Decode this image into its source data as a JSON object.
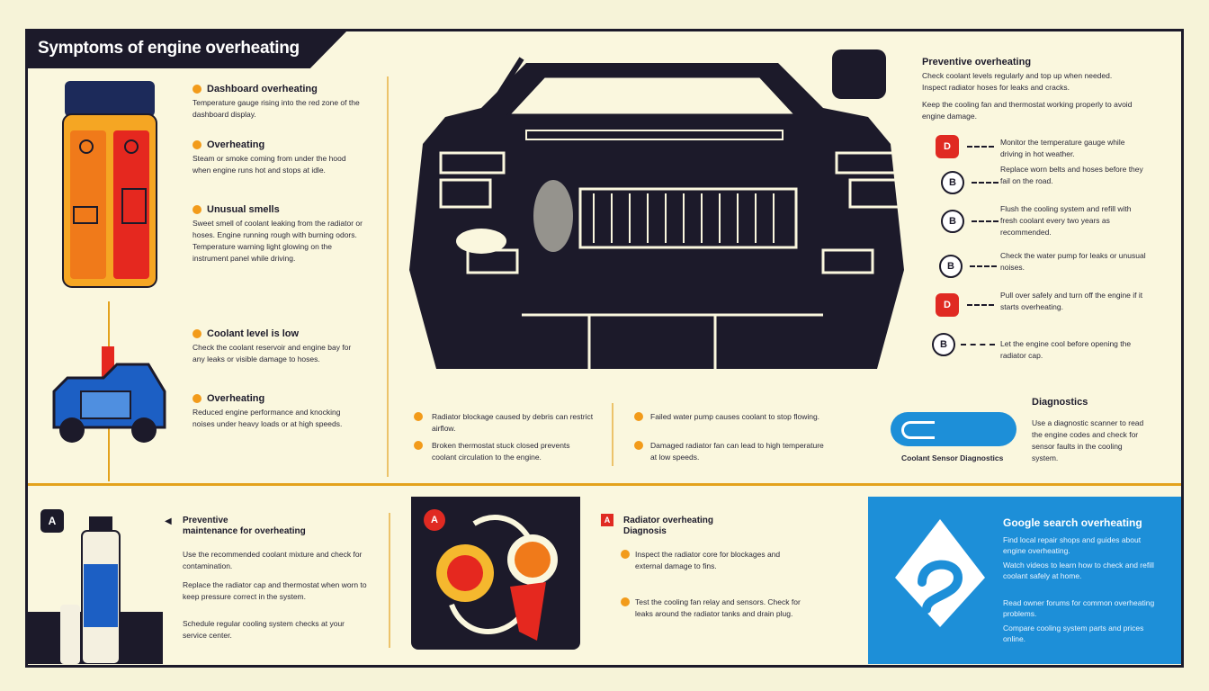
{
  "header": {
    "title": "Symptoms of engine overheating"
  },
  "left_column": {
    "items": [
      {
        "heading": "Dashboard overheating",
        "text": "Temperature gauge rising into the red zone of the dashboard display."
      },
      {
        "heading": "Overheating",
        "text": "Steam or smoke coming from under the hood when engine runs hot and stops at idle."
      },
      {
        "heading": "Unusual smells",
        "text": "Sweet smell of coolant leaking from the radiator or hoses. Engine running rough with burning odors. Temperature warning light glowing on the instrument panel while driving."
      },
      {
        "heading": "Coolant level is low",
        "text": "Check the coolant reservoir and engine bay for any leaks or visible damage to hoses."
      },
      {
        "heading": "Overheating",
        "text": "Reduced engine performance and knocking noises under heavy loads or at high speeds."
      }
    ]
  },
  "right_column": {
    "heading": "Preventive overheating",
    "intro": [
      "Check coolant levels regularly and top up when needed.",
      "Inspect radiator hoses for leaks and cracks.",
      "Keep the cooling fan and thermostat working properly to avoid engine damage."
    ],
    "steps": [
      {
        "badge": "D",
        "red": true,
        "text": "Monitor the temperature gauge while driving in hot weather."
      },
      {
        "badge": "B",
        "red": false,
        "text": "Replace worn belts and hoses before they fail on the road."
      },
      {
        "badge": "B",
        "red": false,
        "text": "Flush the cooling system and refill with fresh coolant every two years as recommended."
      },
      {
        "badge": "B",
        "red": false,
        "text": "Check the water pump for leaks or unusual noises."
      },
      {
        "badge": "D",
        "red": true,
        "text": "Pull over safely and turn off the engine if it starts overheating."
      },
      {
        "badge": "B",
        "red": false,
        "text": "Let the engine cool before opening the radiator cap."
      }
    ],
    "diagnostics": {
      "heading": "Diagnostics",
      "text": "Use a diagnostic scanner to read the engine codes and check for sensor faults in the cooling system.",
      "caption": "Coolant Sensor Diagnostics"
    }
  },
  "center_notes": [
    {
      "text": "Radiator blockage caused by debris can restrict airflow."
    },
    {
      "text": "Broken thermostat stuck closed prevents coolant circulation to the engine."
    },
    {
      "text": "Failed water pump causes coolant to stop flowing."
    },
    {
      "text": "Damaged radiator fan can lead to high temperature at low speeds."
    }
  ],
  "bottom": {
    "panel1": {
      "badge": "A",
      "heading": "Preventive",
      "subheading": "maintenance for overheating",
      "paras": [
        "Use the recommended coolant mixture and check for contamination.",
        "Replace the radiator cap and thermostat when worn to keep pressure correct in the system.",
        "Schedule regular cooling system checks at your service center."
      ]
    },
    "panel2": {
      "badge": "A",
      "heading": "Radiator overheating",
      "subheading": "Diagnosis",
      "paras": [
        "Inspect the radiator core for blockages and external damage to fins.",
        "Test the cooling fan relay and sensors. Check for leaks around the radiator tanks and drain plug."
      ]
    },
    "panel3": {
      "title": "Google search overheating",
      "paras": [
        "Find local repair shops and guides about engine overheating.",
        "Watch videos to learn how to check and refill coolant safely at home.",
        "Read owner forums for common overheating problems.",
        "Compare cooling system parts and prices online."
      ]
    }
  },
  "colors": {
    "dark": "#1c1a2a",
    "accent": "#f29b1a",
    "red": "#e02a22",
    "blue": "#1d8fd8",
    "bg": "#faf7de"
  }
}
